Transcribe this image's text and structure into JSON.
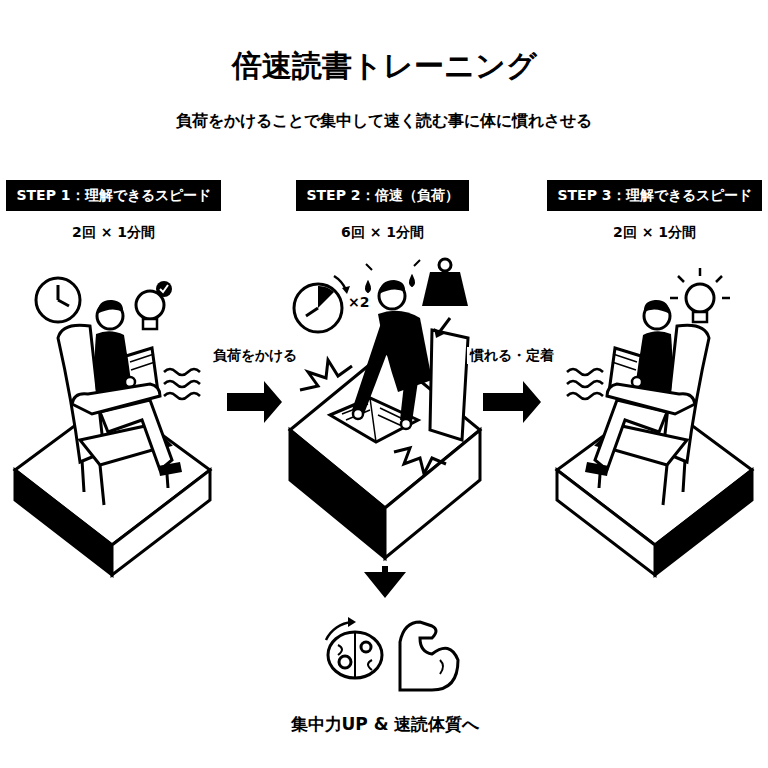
{
  "diagram": {
    "title": "倍速読書トレーニング",
    "nodes": [
      {
        "text": [
          "STEP 1：理解できるスピード",
          "2回 × 1分間"
        ]
      },
      {
        "text": [
          "STEP 2：倍速（負荷）",
          "6回 × 1分間"
        ]
      },
      {
        "text": [
          "STEP 3：理解できるスピード",
          "2回 × 1分間"
        ]
      },
      {
        "text": [
          "集中力UP & 速読体質へ"
        ]
      }
    ],
    "edges": [
      {
        "from": 0,
        "to": 1,
        "label": "負荷をかける",
        "arrow": "to"
      },
      {
        "from": 1,
        "to": 2,
        "label": "慣れる・定着",
        "arrow": "to"
      },
      {
        "from": 1,
        "to": 3,
        "arrow": "to"
      }
    ],
    "labels": [
      "負荷をかけることで集中して速く読む事に体に慣れさせる",
      "×2"
    ]
  }
}
